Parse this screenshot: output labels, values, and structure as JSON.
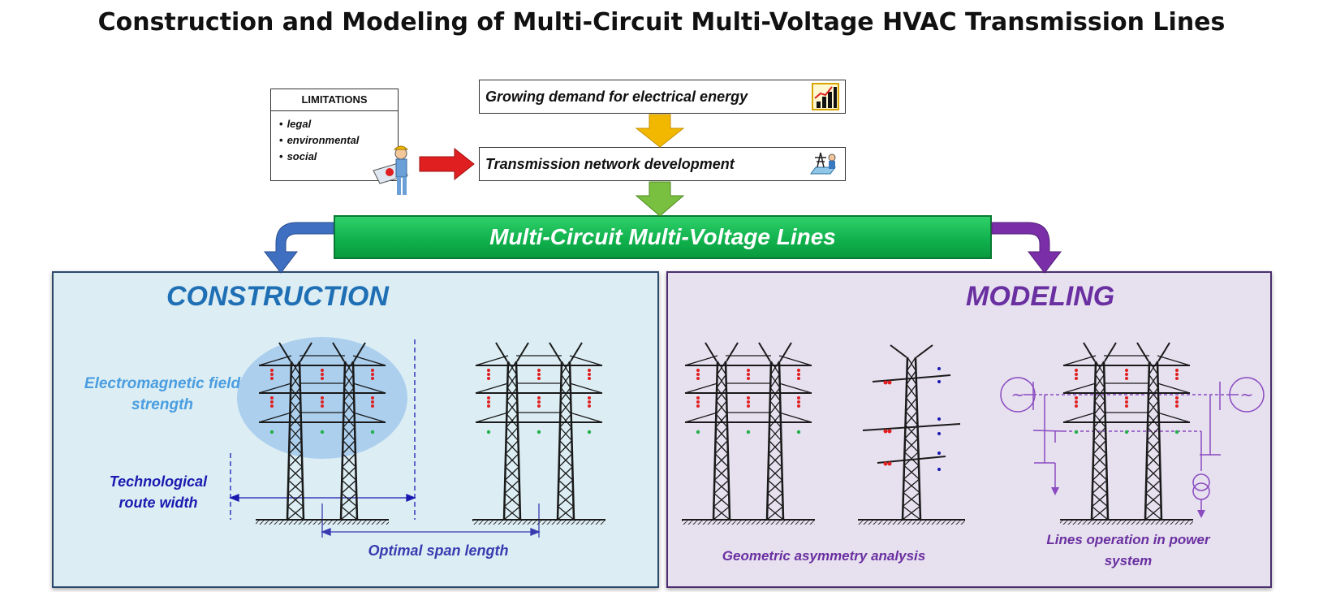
{
  "title": "Construction and Modeling of Multi-Circuit Multi-Voltage HVAC Transmission Lines",
  "limitations": {
    "heading": "LIMITATIONS",
    "items": [
      "legal",
      "environmental",
      "social"
    ]
  },
  "flow": {
    "demand": "Growing demand for electrical energy",
    "development": "Transmission network development",
    "center": "Multi-Circuit Multi-Voltage Lines"
  },
  "construction": {
    "title": "CONSTRUCTION",
    "field_label": "Electromagnetic field strength",
    "route_label": "Technological route width",
    "span_label": "Optimal span length"
  },
  "modeling": {
    "title": "MODELING",
    "asymmetry_label": "Geometric asymmetry analysis",
    "operation_label": "Lines operation in power system",
    "generator_symbol": "~"
  },
  "colors": {
    "construction_title": "#1f6fb5",
    "field_label": "#4a9de0",
    "route_label": "#1a1ab0",
    "span_label": "#3a3ab0",
    "modeling_title": "#6a2fa0",
    "modeling_label": "#6a2fa0",
    "center_bar": "#12b550",
    "arrow_left": "#3f6fc0",
    "arrow_right": "#7a2fa8",
    "arrow_demand": "#f2b800",
    "arrow_dev": "#7ac040",
    "arrow_limit": "#e02020"
  }
}
